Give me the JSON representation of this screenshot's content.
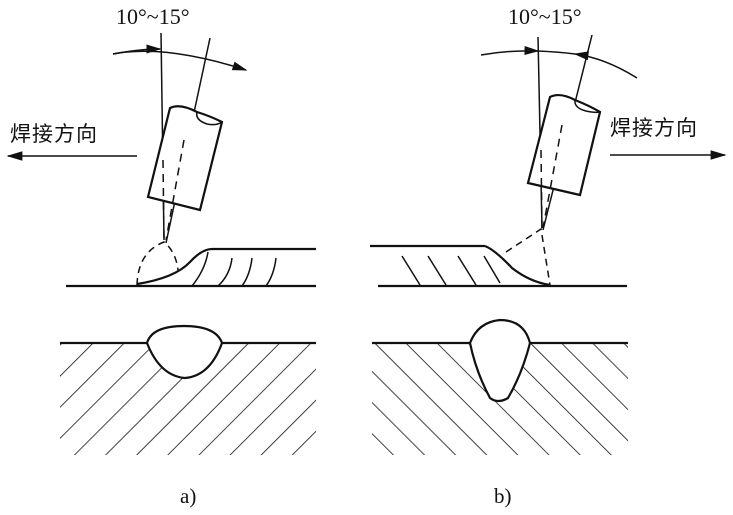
{
  "figure": {
    "panel_a": {
      "angle_label": "10°~15°",
      "direction_label": "焊接方向",
      "caption": "a)",
      "direction": "left"
    },
    "panel_b": {
      "angle_label": "10°~15°",
      "direction_label": "焊接方向",
      "caption": "b)",
      "direction": "right"
    }
  },
  "colors": {
    "ink": "#111111",
    "background": "#ffffff"
  }
}
